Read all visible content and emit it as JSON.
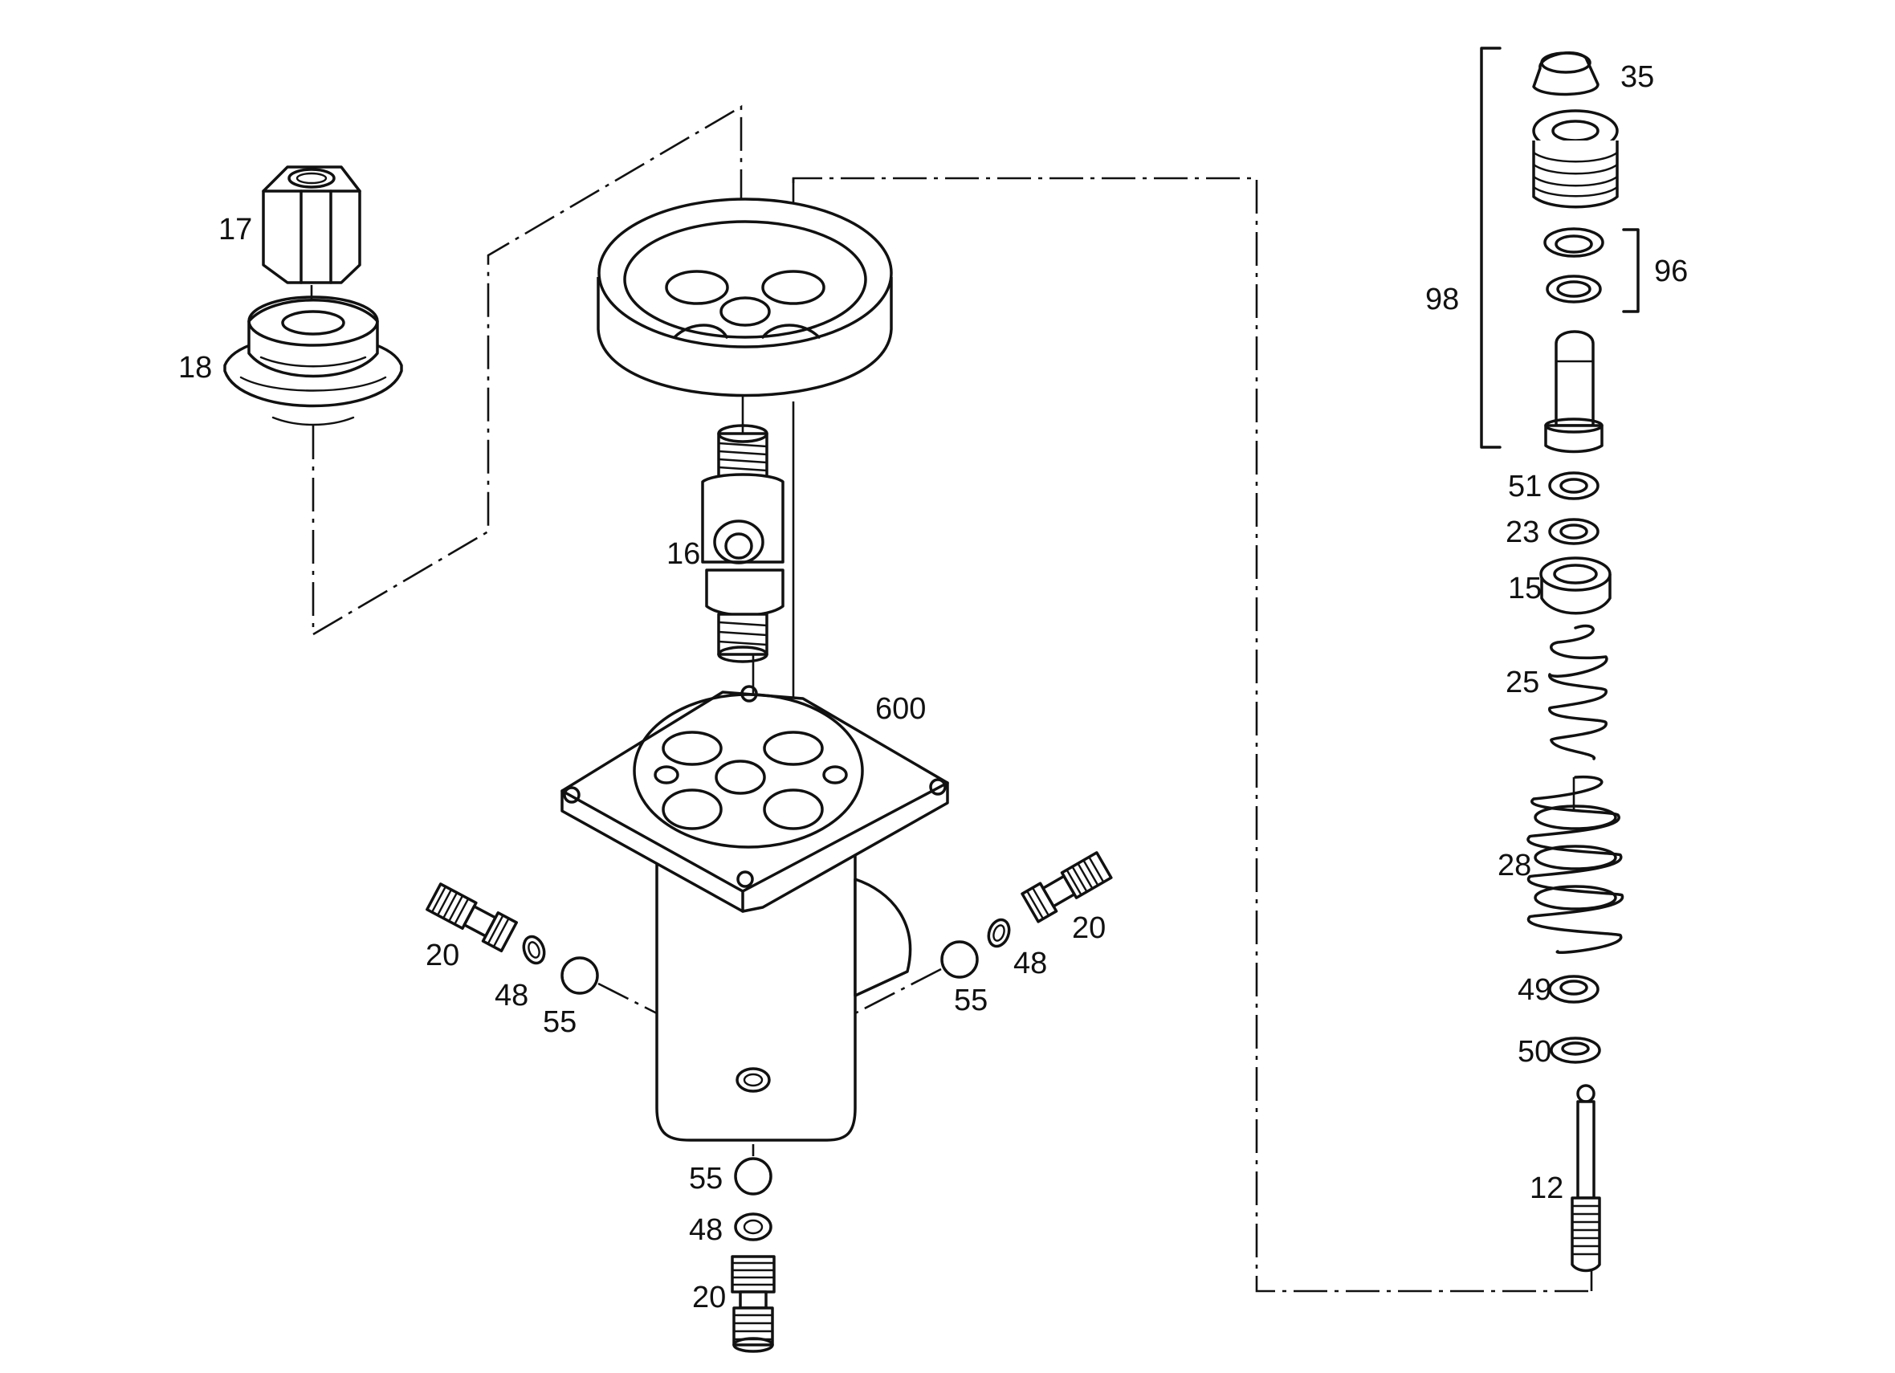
{
  "diagram": {
    "labels": {
      "p17": "17",
      "p18": "18",
      "p16": "16",
      "p600": "600",
      "p20_left": "20",
      "p48_left": "48",
      "p55_left": "55",
      "p20_right": "20",
      "p48_right": "48",
      "p55_right": "55",
      "p55_bottom": "55",
      "p48_bottom": "48",
      "p20_bottom": "20",
      "p35": "35",
      "p96": "96",
      "p98": "98",
      "p51": "51",
      "p23": "23",
      "p15": "15",
      "p25": "25",
      "p28": "28",
      "p49": "49",
      "p50": "50",
      "p12": "12"
    }
  }
}
